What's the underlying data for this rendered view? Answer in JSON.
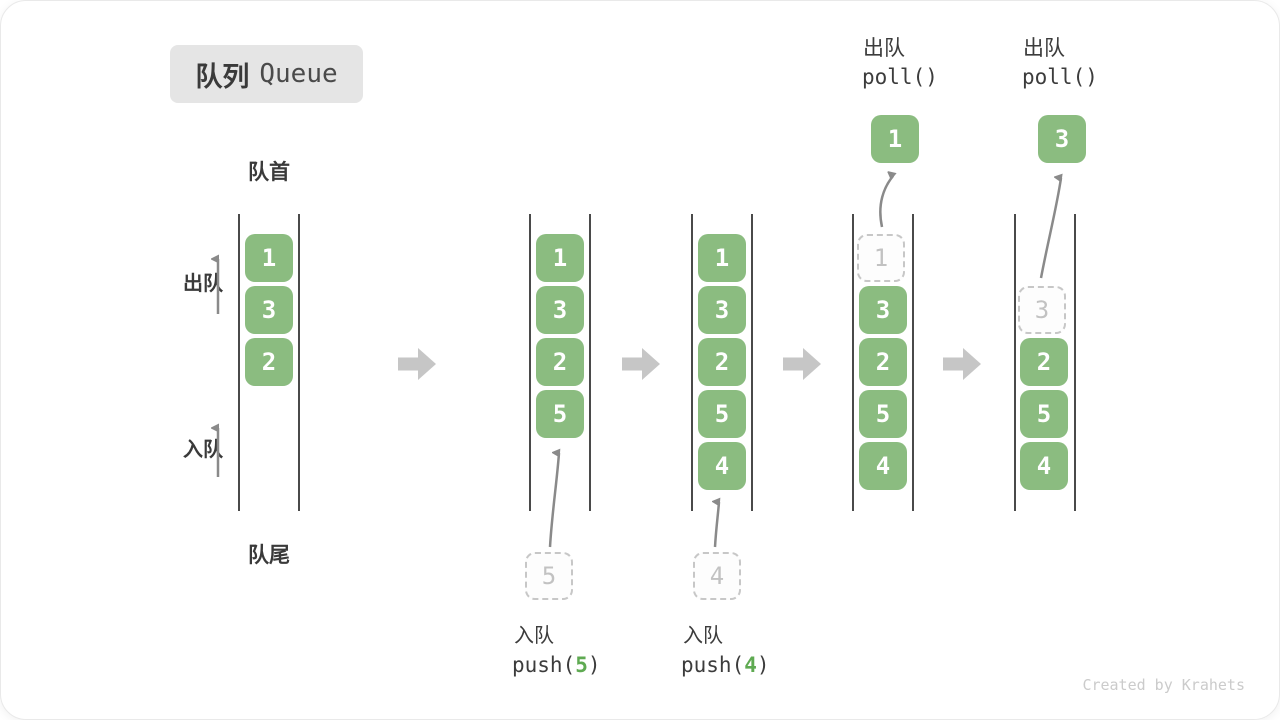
{
  "title": {
    "zh": "队列",
    "en": "Queue"
  },
  "side_labels": {
    "head": "队首",
    "tail": "队尾",
    "dequeue": "出队",
    "enqueue": "入队"
  },
  "colors": {
    "box_green": "#8bbc80",
    "code_green": "#5faa52",
    "ghost_gray": "#c7c7c7",
    "block_arrow_gray": "#c6c6c6",
    "thin_arrow_gray": "#8a8a8a",
    "badge_bg": "#e5e5e5",
    "text_dark": "#3c3c3c"
  },
  "columns": [
    {
      "boxes": [
        {
          "value": "1"
        },
        {
          "value": "3"
        },
        {
          "value": "2"
        }
      ]
    },
    {
      "boxes": [
        {
          "value": "1"
        },
        {
          "value": "3"
        },
        {
          "value": "2"
        },
        {
          "value": "5"
        }
      ],
      "ghost": "5",
      "op": {
        "label": "入队",
        "fn": "push(",
        "arg": "5",
        "close": ")"
      }
    },
    {
      "boxes": [
        {
          "value": "1"
        },
        {
          "value": "3"
        },
        {
          "value": "2"
        },
        {
          "value": "5"
        },
        {
          "value": "4"
        }
      ],
      "ghost": "4",
      "op": {
        "label": "入队",
        "fn": "push(",
        "arg": "4",
        "close": ")"
      }
    },
    {
      "ghost_in_queue": "1",
      "boxes": [
        {
          "value": "3"
        },
        {
          "value": "2"
        },
        {
          "value": "5"
        },
        {
          "value": "4"
        }
      ],
      "out": "1",
      "op": {
        "label": "出队",
        "fn": "poll()"
      }
    },
    {
      "ghost_in_queue": "3",
      "boxes": [
        {
          "value": "2"
        },
        {
          "value": "5"
        },
        {
          "value": "4"
        }
      ],
      "out": "3",
      "op": {
        "label": "出队",
        "fn": "poll()"
      }
    }
  ],
  "watermark": "Created by Krahets"
}
